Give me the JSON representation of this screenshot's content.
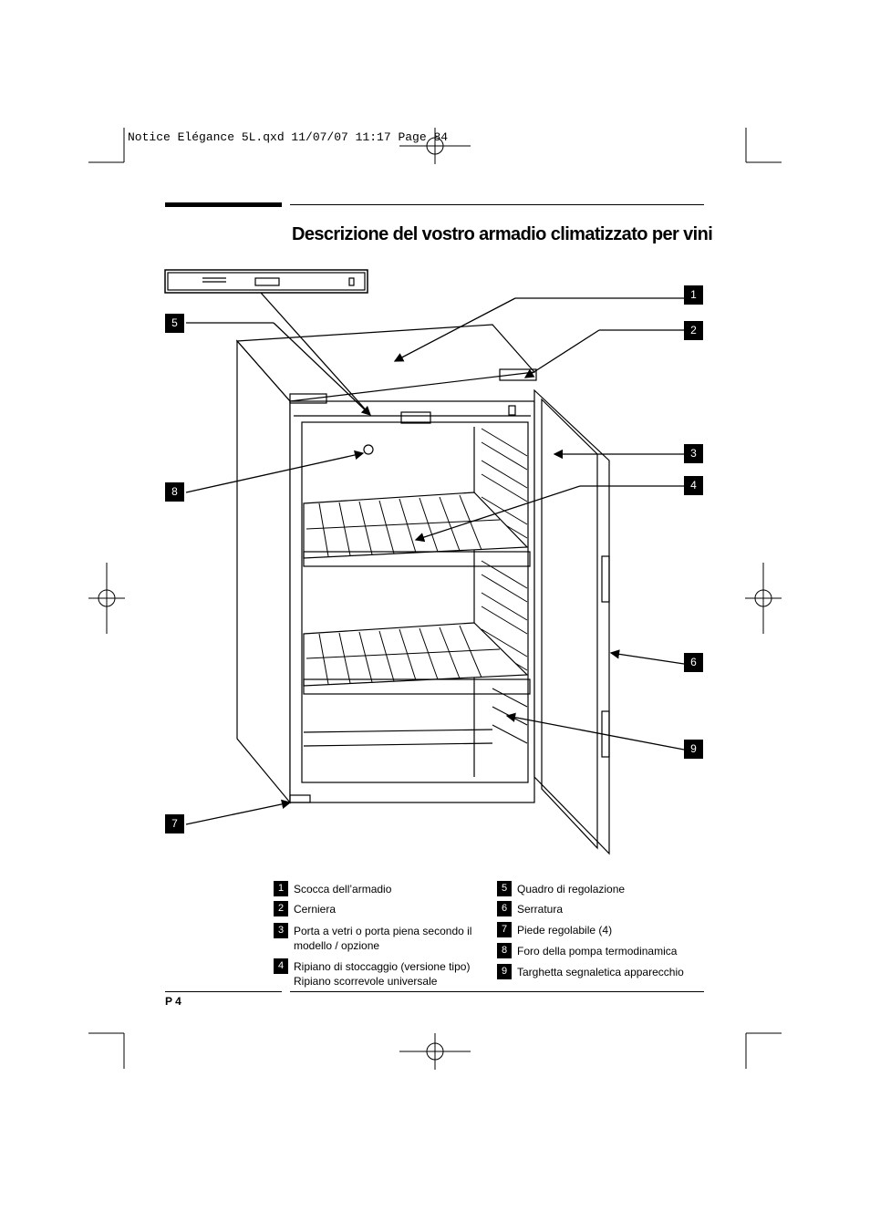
{
  "header": {
    "slug": "Notice Elégance 5L.qxd  11/07/07  11:17  Page 84"
  },
  "page_title": "Descrizione del vostro armadio climatizzato per vini",
  "callouts": [
    "1",
    "2",
    "3",
    "4",
    "5",
    "6",
    "7",
    "8",
    "9"
  ],
  "legend": {
    "left": [
      {
        "num": "1",
        "text": "Scocca dell’armadio"
      },
      {
        "num": "2",
        "text": "Cerniera"
      },
      {
        "num": "3",
        "text": "Porta a vetri o porta piena secondo il modello / opzione"
      },
      {
        "num": "4",
        "text": "Ripiano di stoccaggio (versione tipo) Ripiano scorrevole universale"
      }
    ],
    "right": [
      {
        "num": "5",
        "text": "Quadro di regolazione"
      },
      {
        "num": "6",
        "text": "Serratura"
      },
      {
        "num": "7",
        "text": "Piede regolabile (4)"
      },
      {
        "num": "8",
        "text": "Foro della pompa termodinamica"
      },
      {
        "num": "9",
        "text": "Targhetta segnaletica apparecchio"
      }
    ]
  },
  "footer": {
    "page_label": "P 4"
  }
}
